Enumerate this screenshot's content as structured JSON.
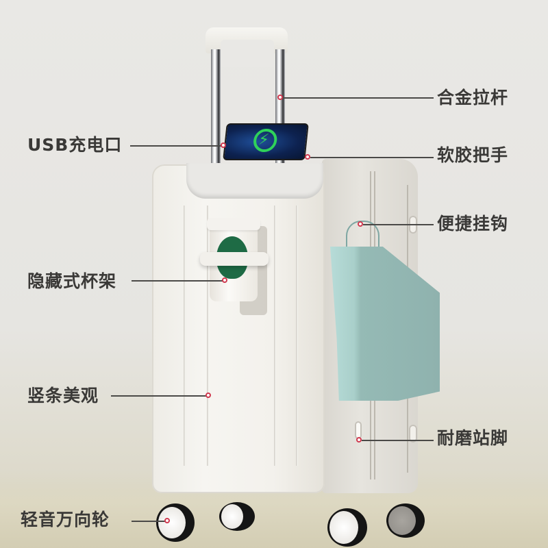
{
  "image": {
    "subject": "white hard-shell trolley suitcase with front cup holder, phone on top, and teal gift bag on side hook",
    "background_color": "#e8e7e4",
    "label_color": "#3a3937",
    "callout_dot_color": "#d0394f",
    "bag_color": "#a9cfca",
    "phone_ring_color": "#2fd25a"
  },
  "callouts": {
    "left": [
      {
        "id": "usb",
        "label": "USB充电口"
      },
      {
        "id": "cup_holder",
        "label": "隐藏式杯架"
      },
      {
        "id": "vertical_stripes",
        "label": "竖条美观"
      },
      {
        "id": "wheels",
        "label": "轻音万向轮"
      }
    ],
    "right": [
      {
        "id": "trolley",
        "label": "合金拉杆"
      },
      {
        "id": "handle",
        "label": "软胶把手"
      },
      {
        "id": "hook",
        "label": "便捷挂钩"
      },
      {
        "id": "feet",
        "label": "耐磨站脚"
      }
    ]
  },
  "icons": {
    "charging": "⚡"
  }
}
